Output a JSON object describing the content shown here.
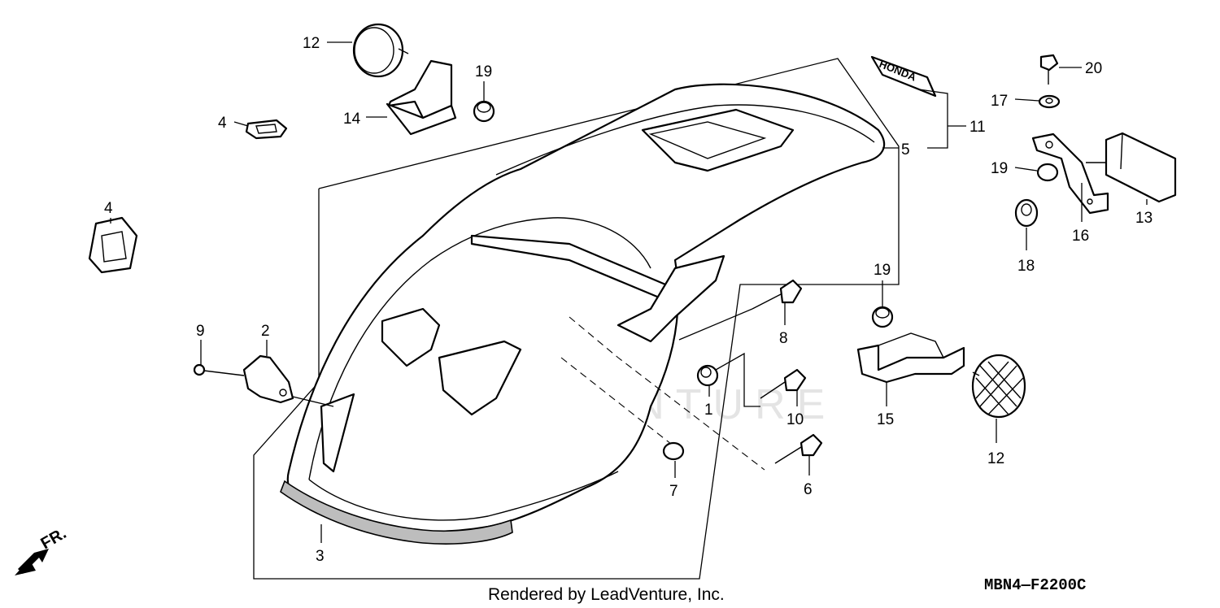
{
  "callouts": {
    "c1": "1",
    "c2": "2",
    "c3": "3",
    "c4a": "4",
    "c4b": "4",
    "c5": "5",
    "c6": "6",
    "c7": "7",
    "c8": "8",
    "c9": "9",
    "c10": "10",
    "c11": "11",
    "c12a": "12",
    "c12b": "12",
    "c13": "13",
    "c14": "14",
    "c15": "15",
    "c16": "16",
    "c17": "17",
    "c18": "18",
    "c19a": "19",
    "c19b": "19",
    "c19c": "19",
    "c20": "20"
  },
  "emblem_text": "HONDA",
  "direction_label": "FR.",
  "watermark": "LEADVENTURE",
  "footer_text": "Rendered by LeadVenture, Inc.",
  "diagram_code": "MBN4—F2200C"
}
